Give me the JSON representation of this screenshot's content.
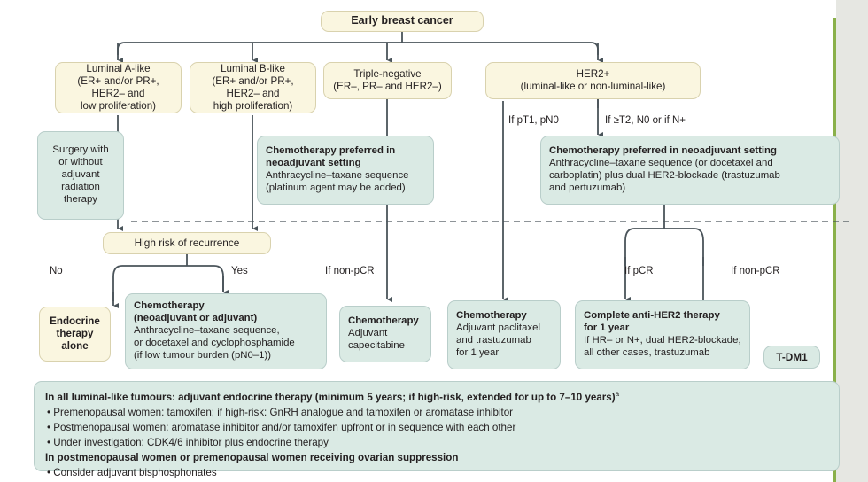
{
  "figure": {
    "title": "Early breast cancer treatment algorithm flowchart"
  },
  "root": {
    "label": "Early breast cancer"
  },
  "subtypes": [
    {
      "id": "luminal-a",
      "lines": [
        "Luminal A-like",
        "(ER+ and/or PR+,",
        "HER2– and",
        "low proliferation)"
      ]
    },
    {
      "id": "luminal-b",
      "lines": [
        "Luminal B-like",
        "(ER+ and/or PR+,",
        "HER2– and",
        "high proliferation)"
      ]
    },
    {
      "id": "triple-negative",
      "lines": [
        "Triple-negative",
        "(ER–, PR– and HER2–)"
      ]
    },
    {
      "id": "her2-positive",
      "lines": [
        "HER2+",
        "(luminal-like or non-luminal-like)"
      ]
    }
  ],
  "nodes": {
    "surgery": {
      "lines": [
        "Surgery with",
        "or without",
        "adjuvant",
        "radiation",
        "therapy"
      ]
    },
    "tn_neoadjuvant": {
      "bold_lines": [
        "Chemotherapy preferred in",
        "neoadjuvant setting"
      ],
      "lines": [
        "Anthracycline–taxane sequence",
        "(platinum agent may be added)"
      ]
    },
    "her2_neoadjuvant": {
      "bold_lines": [
        "Chemotherapy preferred in neoadjuvant setting"
      ],
      "lines": [
        "Anthracycline–taxane sequence (or docetaxel and",
        "carboplatin) plus dual HER2-blockade (trastuzumab",
        "and pertuzumab)"
      ]
    },
    "high_risk": {
      "label": "High risk of recurrence"
    },
    "endocrine_alone": {
      "bold_lines": [
        "Endocrine",
        "therapy",
        "alone"
      ]
    },
    "chemo_neo_or_adj": {
      "bold_lines": [
        "Chemotherapy",
        "(neoadjuvant or adjuvant)"
      ],
      "lines": [
        "Anthracycline–taxane sequence,",
        "or docetaxel and cyclophosphamide",
        "(if low tumour burden (pN0–1))"
      ]
    },
    "chemo_capecitabine": {
      "bold_lines": [
        "Chemotherapy"
      ],
      "lines": [
        "Adjuvant",
        "capecitabine"
      ]
    },
    "chemo_paclitaxel": {
      "bold_lines": [
        "Chemotherapy"
      ],
      "lines": [
        "Adjuvant paclitaxel",
        "and trastuzumab",
        "for 1 year"
      ]
    },
    "complete_anti_her2": {
      "bold_lines": [
        "Complete anti-HER2 therapy",
        "for 1 year"
      ],
      "lines": [
        "If HR– or N+, dual HER2-blockade;",
        "all other cases, trastuzumab"
      ]
    },
    "tdm1": {
      "bold_lines": [
        "T-DM1"
      ]
    }
  },
  "edge_labels": {
    "if_pt1_pn0": "If pT1, pN0",
    "if_t2_n0_or_n_plus": "If ≥T2, N0 or if N+",
    "no": "No",
    "yes": "Yes",
    "if_non_pcr_tn": "If non-pCR",
    "if_pcr": "If pCR",
    "if_non_pcr_her2": "If non-pCR"
  },
  "summary_panel": {
    "rows": [
      {
        "bold": true,
        "bullet": false,
        "text": "In all luminal-like tumours: adjuvant endocrine therapy (minimum 5 years; if high-risk, extended for up to 7–10 years)",
        "sup": "a"
      },
      {
        "bold": false,
        "bullet": true,
        "text": "Premenopausal women: tamoxifen; if high-risk: GnRH analogue and tamoxifen or aromatase inhibitor",
        "sup": ""
      },
      {
        "bold": false,
        "bullet": true,
        "text": "Postmenopausal women: aromatase inhibitor and/or tamoxifen upfront or in sequence with each other",
        "sup": ""
      },
      {
        "bold": false,
        "bullet": true,
        "text": "Under investigation: CDK4/6 inhibitor plus endocrine therapy",
        "sup": ""
      },
      {
        "bold": true,
        "bullet": false,
        "text": "In postmenopausal women or premenopausal women receiving ovarian suppression",
        "sup": ""
      },
      {
        "bold": false,
        "bullet": true,
        "text": "Consider adjuvant bisphosphonates",
        "sup": ""
      }
    ]
  },
  "colors": {
    "yellow_fill": "#faf6e0",
    "yellow_stroke": "#d9d2ae",
    "teal_fill": "#daeae4",
    "teal_stroke": "#b9ceca",
    "connector": "#4a545a",
    "page_edge": "#e6e7e2",
    "accent_green": "#8ab04a"
  }
}
